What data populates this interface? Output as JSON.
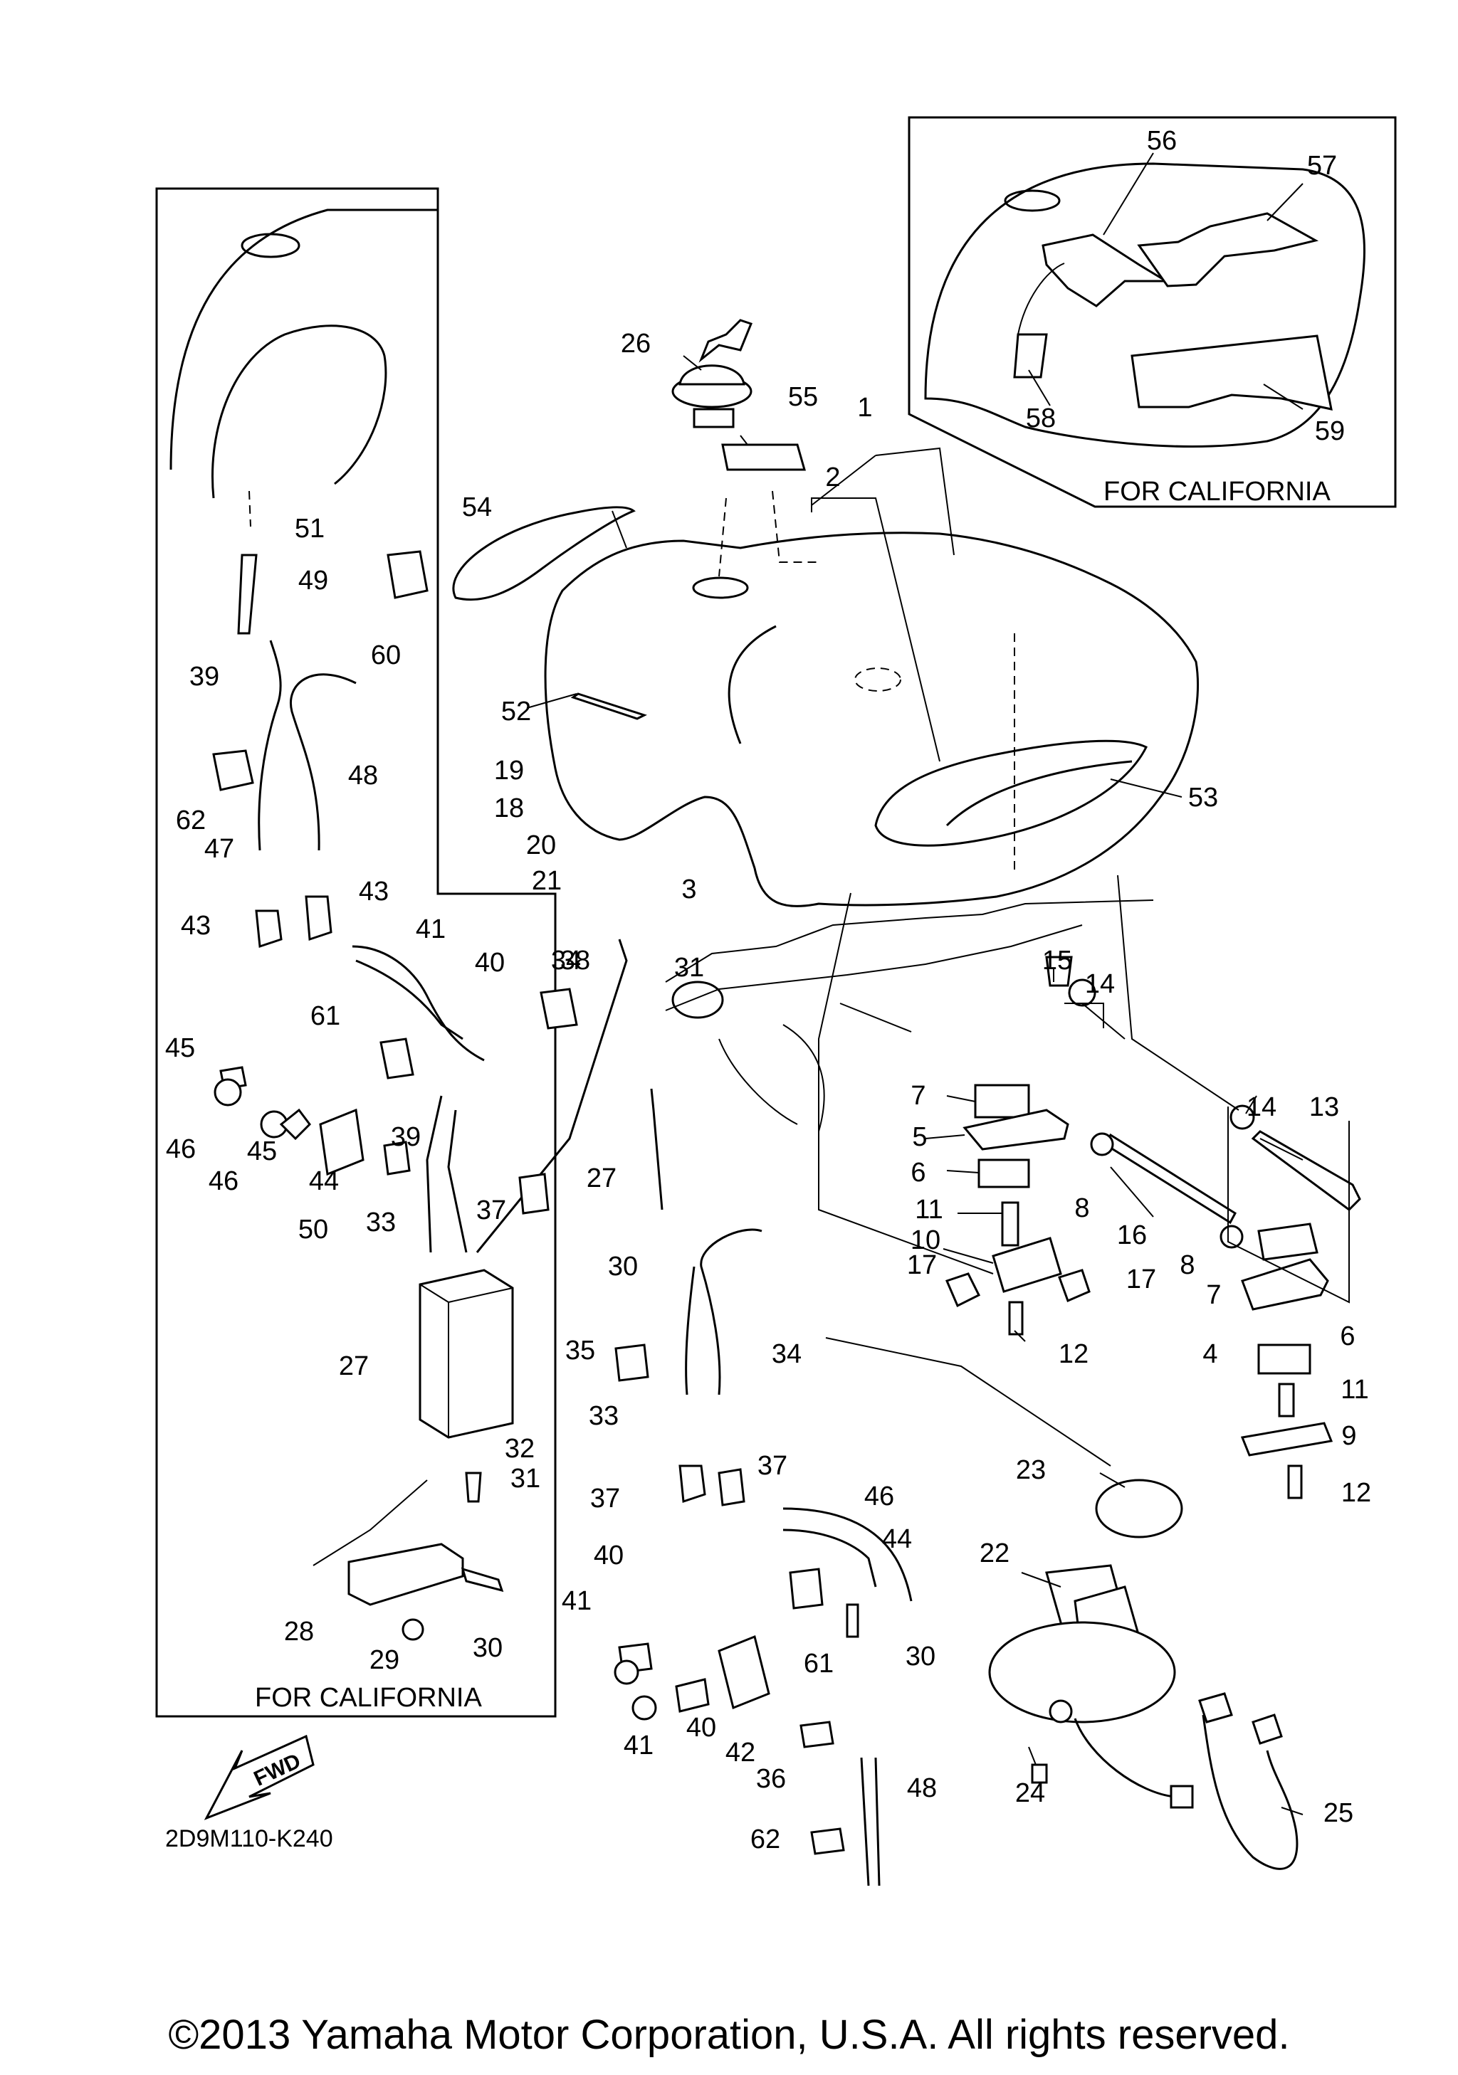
{
  "diagram_code": "2D9M110-K240",
  "fwd_label": "FWD",
  "inset_california_label": "FOR CALIFORNIA",
  "left_california_label": "FOR CALIFORNIA",
  "copyright": "©2013 Yamaha Motor Corporation, U.S.A. All rights reserved.",
  "callouts": {
    "c1": "1",
    "c2": "2",
    "c3": "3",
    "c4": "4",
    "c5": "5",
    "c6a": "6",
    "c6b": "6",
    "c7a": "7",
    "c7b": "7",
    "c8a": "8",
    "c8b": "8",
    "c9": "9",
    "c10": "10",
    "c11a": "11",
    "c11b": "11",
    "c12a": "12",
    "c12b": "12",
    "c13": "13",
    "c14a": "14",
    "c14b": "14",
    "c15": "15",
    "c16": "16",
    "c17a": "17",
    "c17b": "17",
    "c18": "18",
    "c19": "19",
    "c20": "20",
    "c21": "21",
    "c22": "22",
    "c23": "23",
    "c24": "24",
    "c25": "25",
    "c26": "26",
    "c27a": "27",
    "c27b": "27",
    "c28": "28",
    "c29": "29",
    "c30a": "30",
    "c30b": "30",
    "c30c": "30",
    "c31a": "31",
    "c31b": "31",
    "c32": "32",
    "c33a": "33",
    "c33b": "33",
    "c34a": "34",
    "c34b": "34",
    "c35": "35",
    "c36": "36",
    "c37a": "37",
    "c37b": "37",
    "c37c": "37",
    "c38": "38",
    "c39a": "39",
    "c39b": "39",
    "c40a": "40",
    "c40b": "40",
    "c40c": "40",
    "c41a": "41",
    "c41b": "41",
    "c41c": "41",
    "c42": "42",
    "c43a": "43",
    "c43b": "43",
    "c44a": "44",
    "c44b": "44",
    "c45a": "45",
    "c45b": "45",
    "c46a": "46",
    "c46b": "46",
    "c46c": "46",
    "c47": "47",
    "c48a": "48",
    "c48b": "48",
    "c49": "49",
    "c50": "50",
    "c51": "51",
    "c52": "52",
    "c53": "53",
    "c54": "54",
    "c55": "55",
    "c56": "56",
    "c57": "57",
    "c58": "58",
    "c59": "59",
    "c60": "60",
    "c61a": "61",
    "c61b": "61",
    "c62a": "62",
    "c62b": "62"
  }
}
